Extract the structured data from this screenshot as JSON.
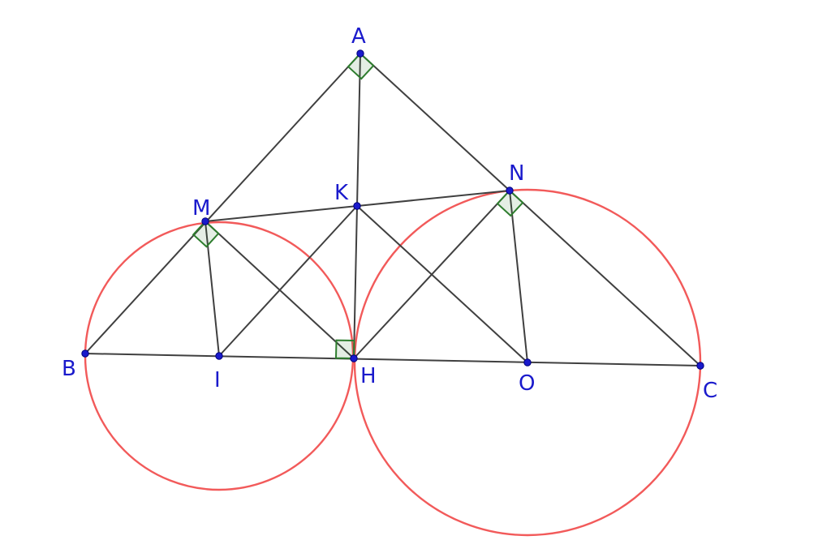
{
  "figure": {
    "points": [
      {
        "id": "A",
        "label": "A"
      },
      {
        "id": "B",
        "label": "B"
      },
      {
        "id": "C",
        "label": "C"
      },
      {
        "id": "H",
        "label": "H"
      },
      {
        "id": "M",
        "label": "M"
      },
      {
        "id": "N",
        "label": "N"
      },
      {
        "id": "K",
        "label": "K"
      },
      {
        "id": "I",
        "label": "I"
      },
      {
        "id": "O",
        "label": "O"
      }
    ],
    "segments": [
      [
        "A",
        "B"
      ],
      [
        "A",
        "C"
      ],
      [
        "B",
        "C"
      ],
      [
        "A",
        "H"
      ],
      [
        "M",
        "N"
      ],
      [
        "H",
        "M"
      ],
      [
        "H",
        "N"
      ],
      [
        "M",
        "I"
      ],
      [
        "N",
        "O"
      ],
      [
        "K",
        "I"
      ],
      [
        "K",
        "O"
      ]
    ],
    "circles": [
      {
        "center": "I",
        "through": "B"
      },
      {
        "center": "O",
        "through": "C"
      }
    ],
    "right_angles": [
      "A",
      "M",
      "N",
      "H"
    ],
    "colors": {
      "points": "#1a1acc",
      "labels": "#1a1acc",
      "segments": "#404040",
      "circles": "#f25a5a",
      "right_angle_marks": "#2e7d2e"
    }
  }
}
